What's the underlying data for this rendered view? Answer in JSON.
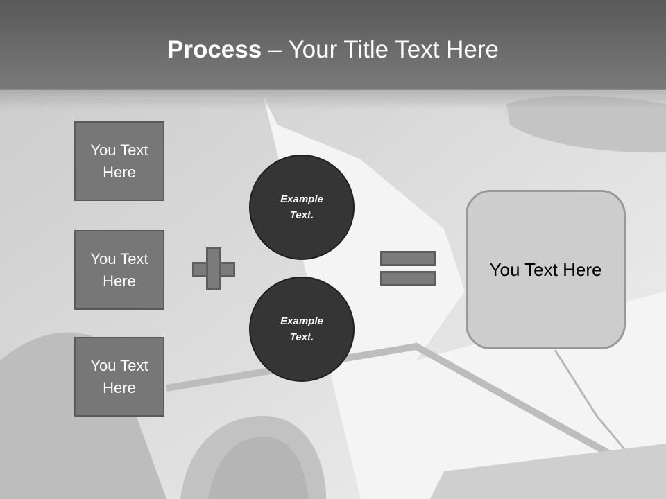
{
  "slide": {
    "title_bold": "Process",
    "title_rest": " – Your Title Text Here"
  },
  "inputs": [
    {
      "label": "You Text Here"
    },
    {
      "label": "You Text Here"
    },
    {
      "label": "You Text Here"
    }
  ],
  "operators": {
    "plus": "plus-icon",
    "equals": "equals-icon"
  },
  "circles": [
    {
      "text": "Example Text."
    },
    {
      "text": "Example Text."
    }
  ],
  "result": {
    "label": "You Text Here"
  },
  "colors": {
    "header": "#666666",
    "box_fill": "#777777",
    "circle_fill": "#353535",
    "result_fill": "#cdcdcd"
  }
}
